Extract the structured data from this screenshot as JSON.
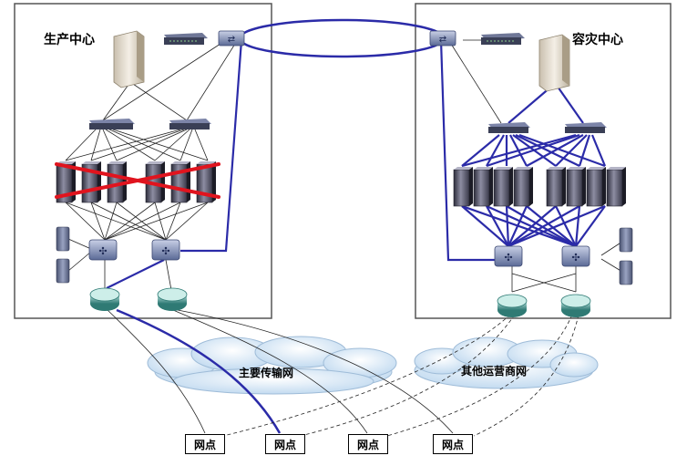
{
  "sites": {
    "production": {
      "label": "生产中心"
    },
    "disaster_recovery": {
      "label": "容灾中心"
    }
  },
  "clouds": {
    "main_transport": {
      "label": "主要传输网"
    },
    "other_carrier": {
      "label": "其他运营商网"
    }
  },
  "branch_nodes": [
    {
      "label": "网点"
    },
    {
      "label": "网点"
    },
    {
      "label": "网点"
    },
    {
      "label": "网点"
    }
  ],
  "colors": {
    "link_primary": "#2b2ba8",
    "link_secondary": "#222222",
    "failure_mark": "#e0141e",
    "server_body": "#5a5a6e",
    "router_body": "#3f8c86"
  },
  "status": {
    "production_server_cluster": "failed"
  }
}
